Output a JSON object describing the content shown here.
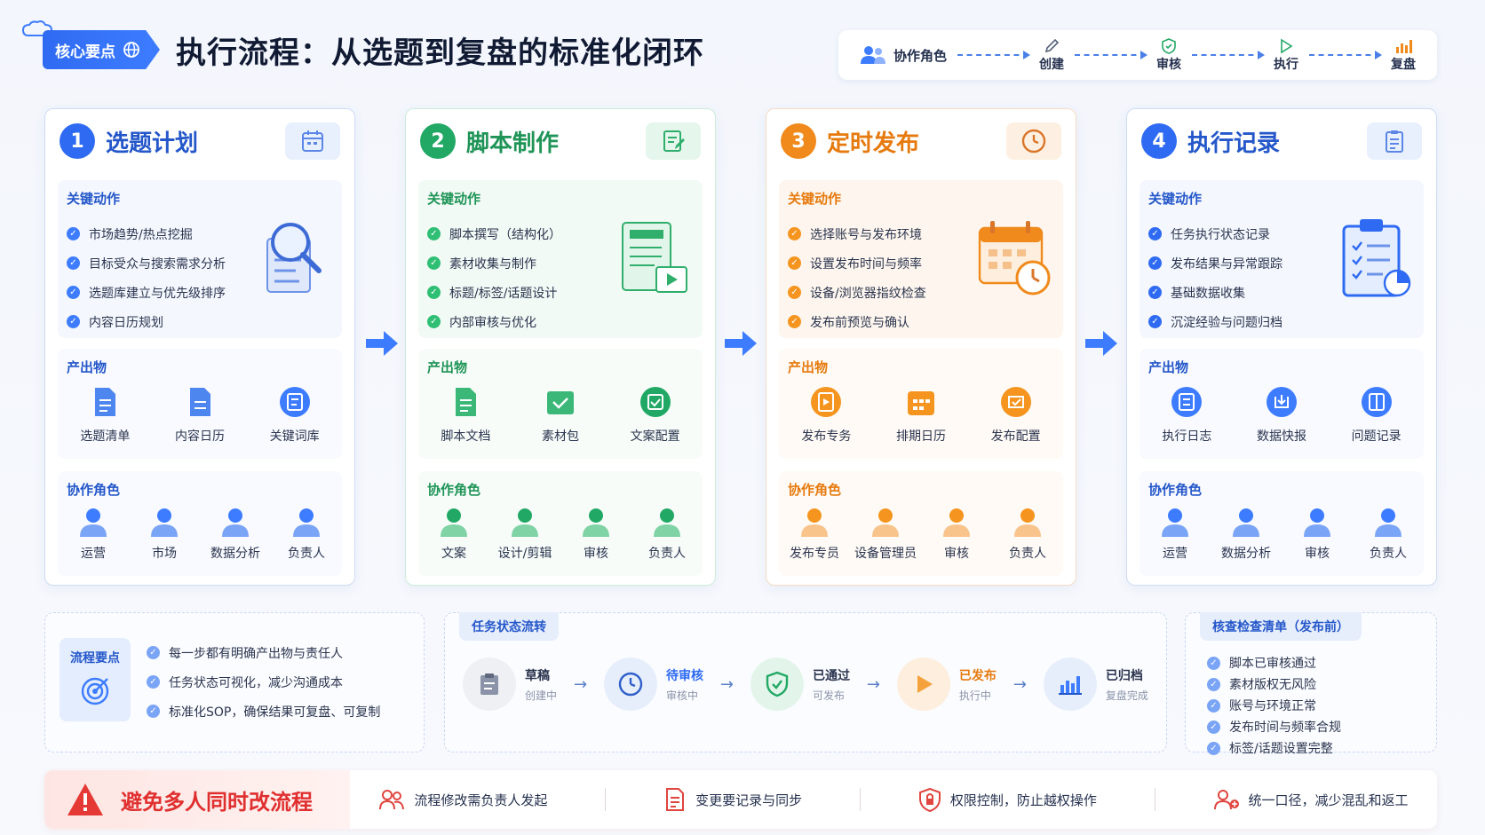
{
  "header": {
    "badge": "核心要点",
    "title": "执行流程：从选题到复盘的标准化闭环",
    "flow": [
      "协作角色",
      "创建",
      "审核",
      "执行",
      "复盘"
    ]
  },
  "section_labels": {
    "actions": "关键动作",
    "outputs": "产出物",
    "roles": "协作角色"
  },
  "steps": [
    {
      "num": "1",
      "title": "选题计划",
      "color": "#2f6bf2",
      "actions": [
        "市场趋势/热点挖掘",
        "目标受众与搜索需求分析",
        "选题库建立与优先级排序",
        "内容日历规划"
      ],
      "outputs": [
        "选题清单",
        "内容日历",
        "关键词库"
      ],
      "roles": [
        "运营",
        "市场",
        "数据分析",
        "负责人"
      ]
    },
    {
      "num": "2",
      "title": "脚本制作",
      "color": "#22a865",
      "actions": [
        "脚本撰写（结构化）",
        "素材收集与制作",
        "标题/标签/话题设计",
        "内部审核与优化"
      ],
      "outputs": [
        "脚本文档",
        "素材包",
        "文案配置"
      ],
      "roles": [
        "文案",
        "设计/剪辑",
        "审核",
        "负责人"
      ]
    },
    {
      "num": "3",
      "title": "定时发布",
      "color": "#f08a1c",
      "actions": [
        "选择账号与发布环境",
        "设置发布时间与频率",
        "设备/浏览器指纹检查",
        "发布前预览与确认"
      ],
      "outputs": [
        "发布专务",
        "排期日历",
        "发布配置"
      ],
      "roles": [
        "发布专员",
        "设备管理员",
        "审核",
        "负责人"
      ]
    },
    {
      "num": "4",
      "title": "执行记录",
      "color": "#2f6bf2",
      "actions": [
        "任务执行状态记录",
        "发布结果与异常跟踪",
        "基础数据收集",
        "沉淀经验与问题归档"
      ],
      "outputs": [
        "执行日志",
        "数据快报",
        "问题记录"
      ],
      "roles": [
        "运营",
        "数据分析",
        "审核",
        "负责人"
      ]
    }
  ],
  "points": {
    "label": "流程要点",
    "items": [
      "每一步都有明确产出物与责任人",
      "任务状态可视化，减少沟通成本",
      "标准化SOP，确保结果可复盘、可复制"
    ]
  },
  "status_flow": {
    "label": "任务状态流转",
    "items": [
      {
        "main": "草稿",
        "sub": "创建中"
      },
      {
        "main": "待审核",
        "sub": "审核中"
      },
      {
        "main": "已通过",
        "sub": "可发布"
      },
      {
        "main": "已发布",
        "sub": "执行中"
      },
      {
        "main": "已归档",
        "sub": "复盘完成"
      }
    ]
  },
  "checklist": {
    "label": "核查检查清单（发布前）",
    "items": [
      "脚本已审核通过",
      "素材版权无风险",
      "账号与环境正常",
      "发布时间与频率合规",
      "标签/话题设置完整"
    ]
  },
  "warning": {
    "title": "避免多人同时改流程",
    "items": [
      "流程修改需负责人发起",
      "变更要记录与同步",
      "权限控制，防止越权操作",
      "统一口径，减少混乱和返工"
    ]
  }
}
